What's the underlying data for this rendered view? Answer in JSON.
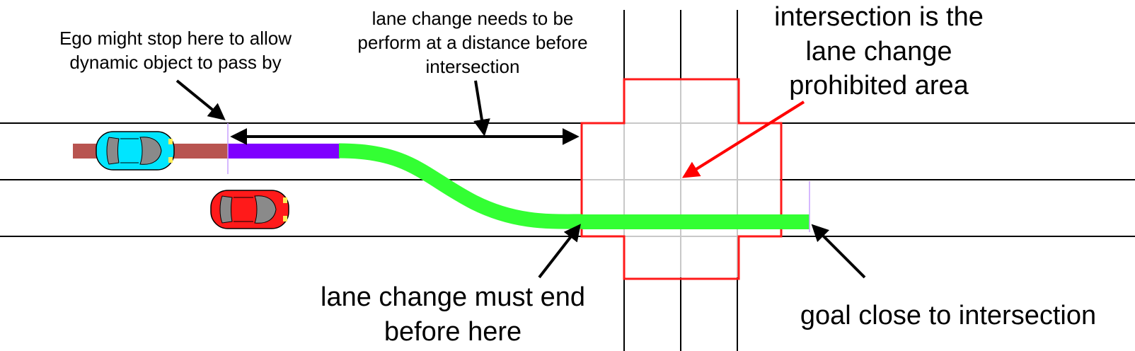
{
  "colors": {
    "road_line": "#000000",
    "grid_line": "#c8c8c8",
    "prohibited_area": "#ff1a1a",
    "path_behind_ego": "#b85450",
    "path_stop_segment": "#7f00ff",
    "path_lane_change": "#33ff33",
    "ego_car": "#00e5ff",
    "dynamic_car": "#ff1a1a",
    "car_roof": "#888888",
    "arrow": "#000000",
    "annotation_arrow": "#ff0000"
  },
  "labels": {
    "stop_note": [
      "Ego might stop here to allow",
      "dynamic object to pass by"
    ],
    "distance_note": [
      "lane change needs to be",
      "perform at a distance before",
      "intersection"
    ],
    "intersection_note": [
      "intersection is the",
      "lane change",
      "prohibited area"
    ],
    "must_end_note": [
      "lane change must end",
      "before here"
    ],
    "goal_note": [
      "goal close to intersection"
    ]
  },
  "objects": {
    "ego_vehicle": "car-icon",
    "dynamic_object": "car-icon"
  }
}
